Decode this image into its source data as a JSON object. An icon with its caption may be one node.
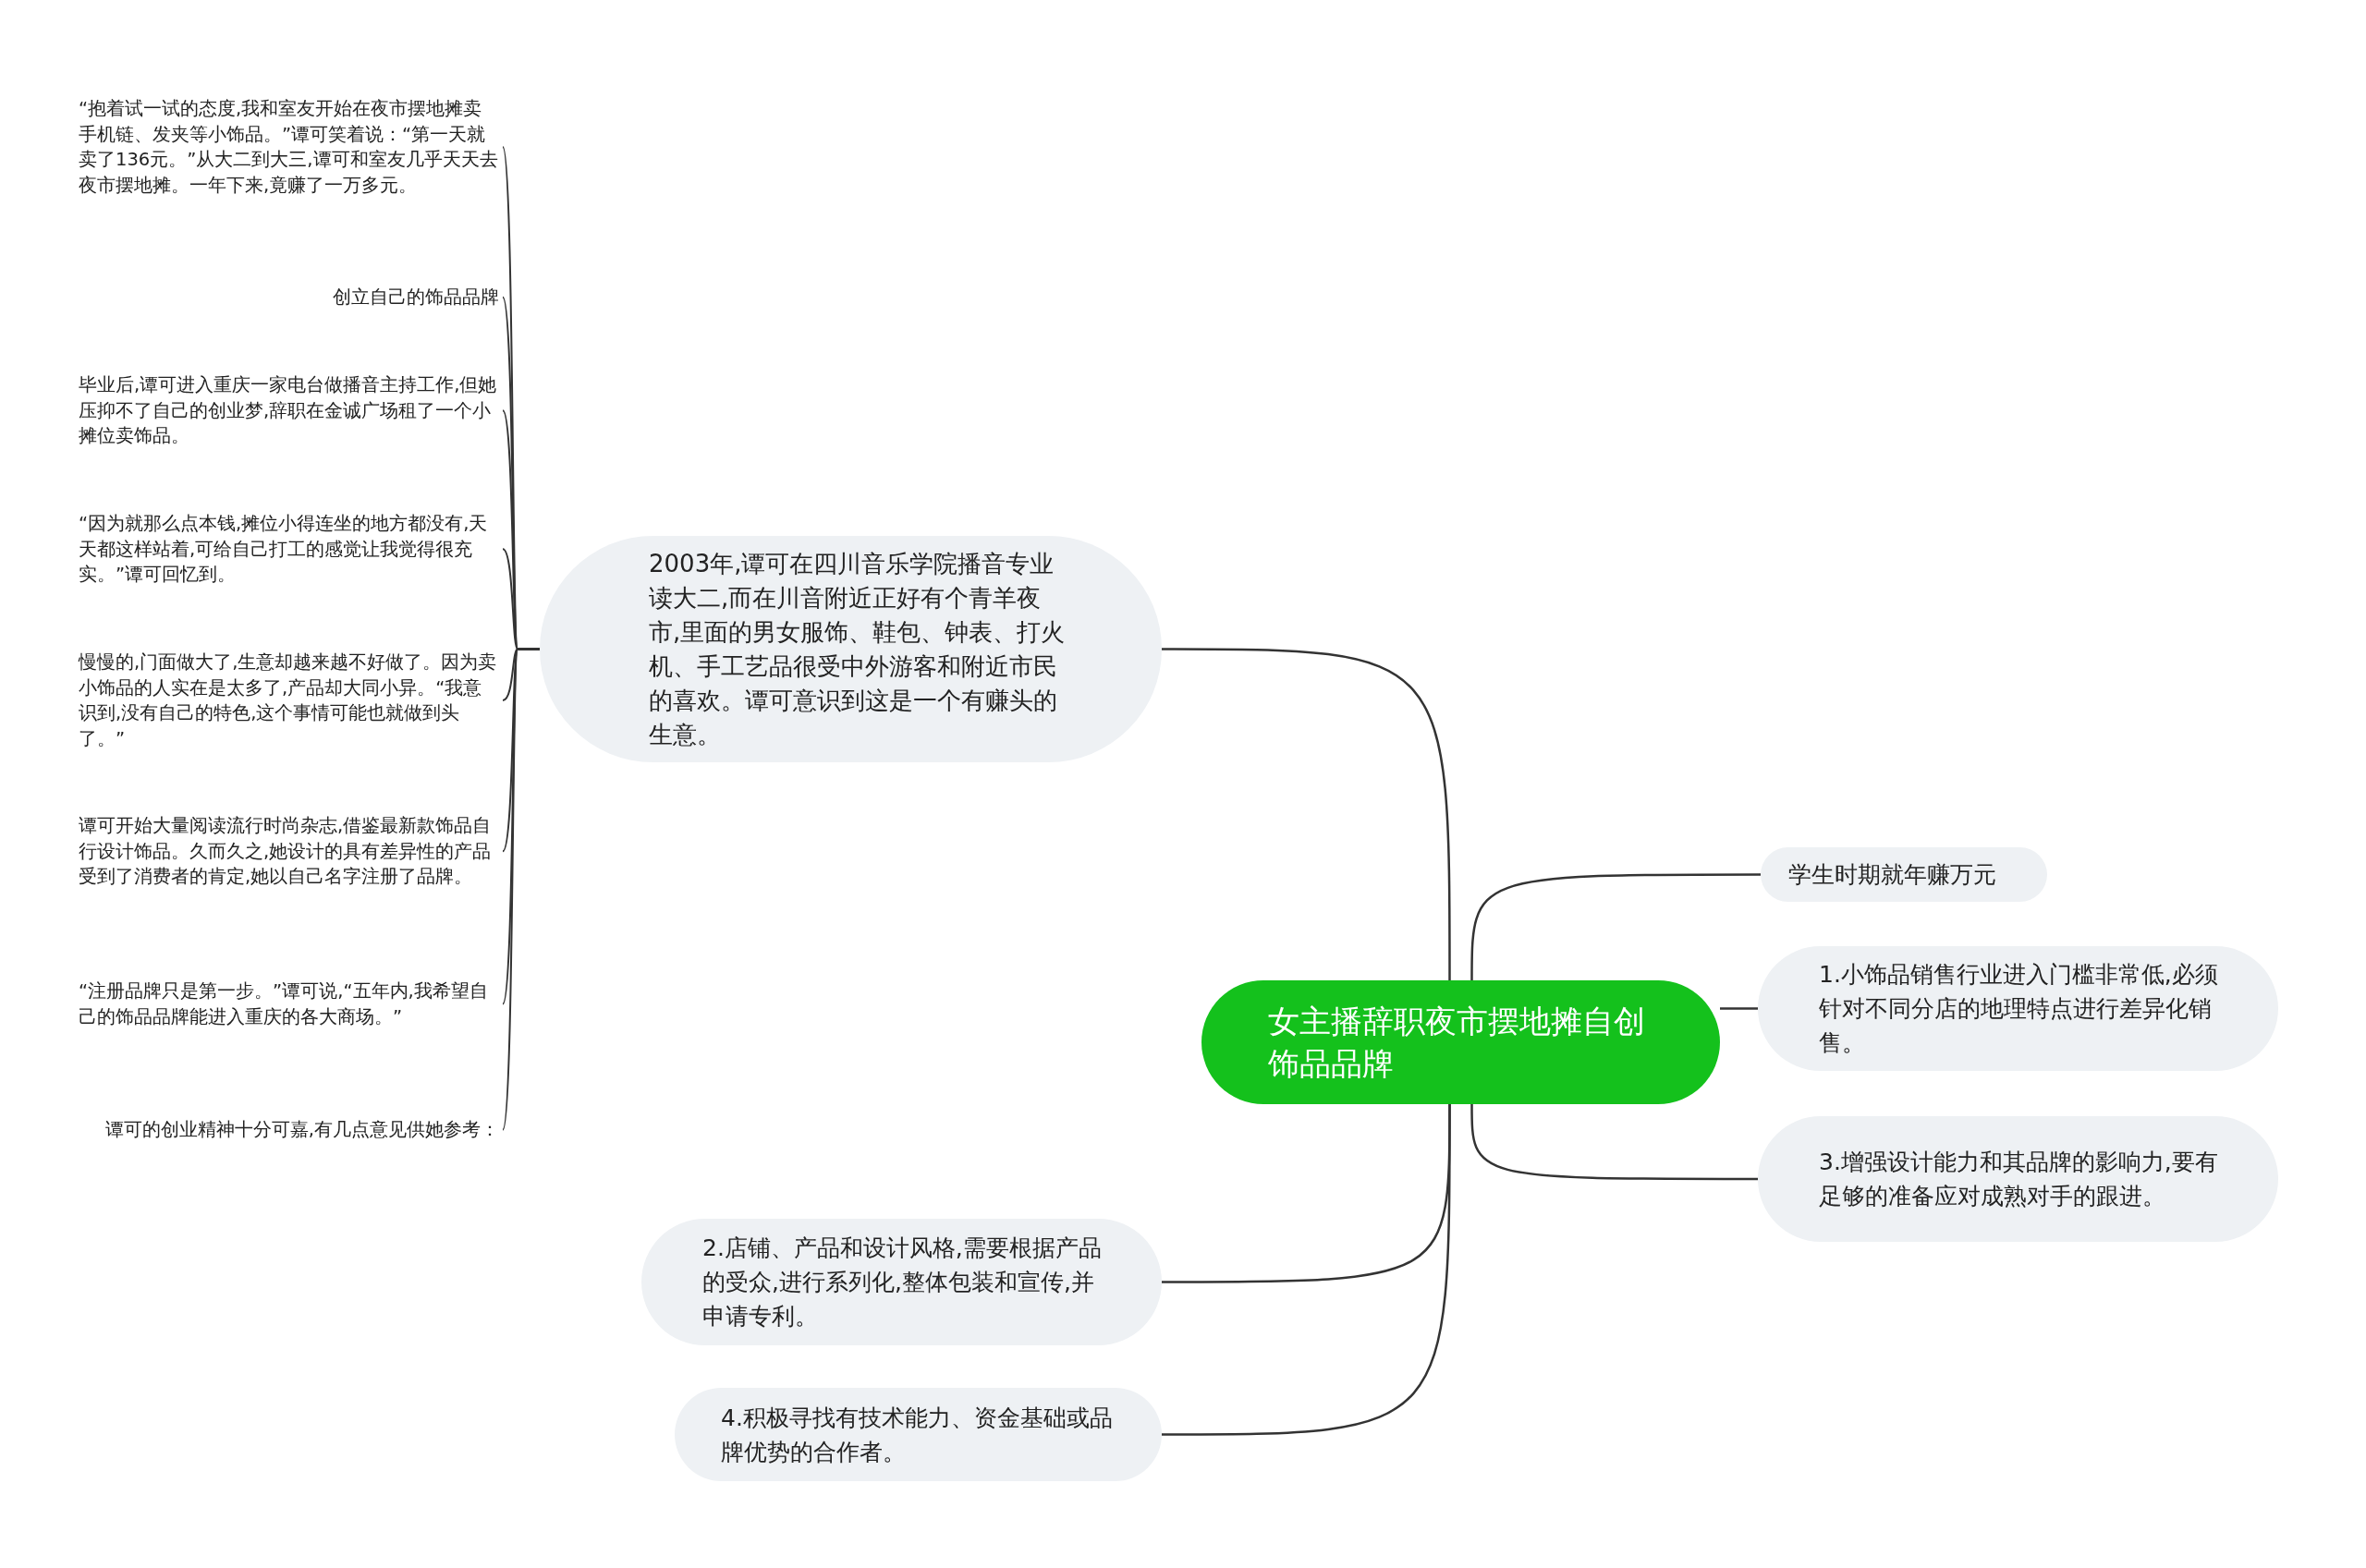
{
  "diagram": {
    "nodes": [
      {
        "text": [
          "女主播辞职夜市摆地摊自创饰品品牌"
        ]
      },
      {
        "text": [
          "2003年,谭可在四川音乐学院播音专业读大二,而在川音附近正好有个青羊夜市,里面的男女服饰、鞋包、钟表、打火机、手工艺品很受中外游客和附近市民的喜欢。谭可意识到这是一个有赚头的生意。"
        ]
      },
      {
        "text": [
          "“抱着试一试的态度,我和室友开始在夜市摆地摊卖手机链、发夹等小饰品。”谭可笑着说：“第一天就卖了136元。”从大二到大三,谭可和室友几乎天天去夜市摆地摊。一年下来,竟赚了一万多元。"
        ]
      },
      {
        "text": [
          "创立自己的饰品品牌"
        ]
      },
      {
        "text": [
          "毕业后,谭可进入重庆一家电台做播音主持工作,但她压抑不了自己的创业梦,辞职在金诚广场租了一个小摊位卖饰品。"
        ]
      },
      {
        "text": [
          "“因为就那么点本钱,摊位小得连坐的地方都没有,天天都这样站着,可给自己打工的感觉让我觉得很充实。”谭可回忆到。"
        ]
      },
      {
        "text": [
          "慢慢的,门面做大了,生意却越来越不好做了。因为卖小饰品的人实在是太多了,产品却大同小异。“我意识到,没有自己的特色,这个事情可能也就做到头了。”"
        ]
      },
      {
        "text": [
          "谭可开始大量阅读流行时尚杂志,借鉴最新款饰品自行设计饰品。久而久之,她设计的具有差异性的产品受到了消费者的肯定,她以自己名字注册了品牌。"
        ]
      },
      {
        "text": [
          "“注册品牌只是第一步。”谭可说,“五年内,我希望自己的饰品品牌能进入重庆的各大商场。”"
        ]
      },
      {
        "text": [
          "谭可的创业精神十分可嘉,有几点意见供她参考："
        ]
      },
      {
        "text": [
          "学生时期就年赚万元"
        ]
      },
      {
        "text": [
          "1.小饰品销售行业进入门槛非常低,必须针对不同分店的地理特点进行差异化销售。"
        ]
      },
      {
        "text": [
          "3.增强设计能力和其品牌的影响力,要有足够的准备应对成熟对手的跟进。"
        ]
      },
      {
        "text": [
          "2.店铺、产品和设计风格,需要根据产品的受众,进行系列化,整体包装和宣传,并申请专利。"
        ]
      },
      {
        "text": [
          "4.积极寻找有技术能力、资金基础或品牌优势的合作者。"
        ]
      }
    ],
    "edges": [
      {
        "from": 0,
        "to": 1,
        "arrow": "none"
      },
      {
        "from": 1,
        "to": 2,
        "arrow": "none"
      },
      {
        "from": 1,
        "to": 3,
        "arrow": "none"
      },
      {
        "from": 1,
        "to": 4,
        "arrow": "none"
      },
      {
        "from": 1,
        "to": 5,
        "arrow": "none"
      },
      {
        "from": 1,
        "to": 6,
        "arrow": "none"
      },
      {
        "from": 1,
        "to": 7,
        "arrow": "none"
      },
      {
        "from": 1,
        "to": 8,
        "arrow": "none"
      },
      {
        "from": 1,
        "to": 9,
        "arrow": "none"
      },
      {
        "from": 0,
        "to": 10,
        "arrow": "none"
      },
      {
        "from": 0,
        "to": 11,
        "arrow": "none"
      },
      {
        "from": 0,
        "to": 12,
        "arrow": "none"
      },
      {
        "from": 0,
        "to": 13,
        "arrow": "none"
      },
      {
        "from": 0,
        "to": 14,
        "arrow": "none"
      }
    ]
  }
}
